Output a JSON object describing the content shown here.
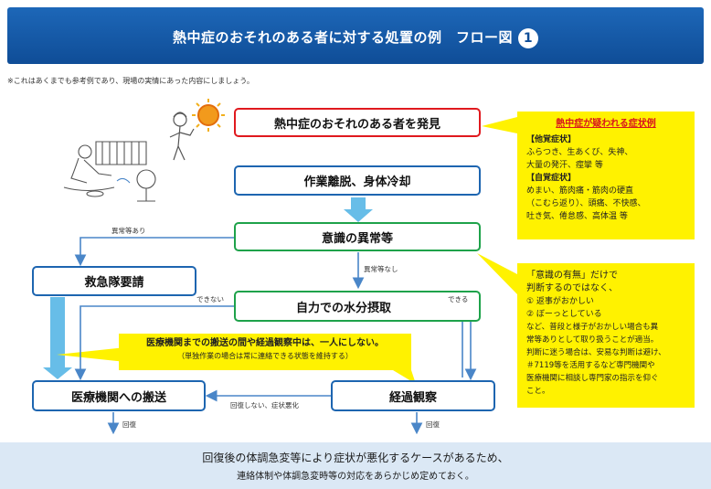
{
  "header": {
    "title": "熱中症のおそれのある者に対する処置の例　フロー図",
    "badge": "1"
  },
  "note": "※これはあくまでも参考例であり、現場の実情にあった内容にしましょう。",
  "nodes": {
    "discover": "熱中症のおそれのある者を発見",
    "cooling": "作業離脱、身体冷却",
    "consciousness": "意識の異常等",
    "ambulance": "救急隊要請",
    "hydration": "自力での水分摂取",
    "transport": "医療機関への搬送",
    "observation": "経過観察"
  },
  "edge_labels": {
    "abnormal_yes": "異常等あり",
    "abnormal_no": "異常等なし",
    "cannot": "できない",
    "can": "できる",
    "not_recovered": "回復しない、症状悪化",
    "recovered_left": "回復",
    "recovered_right": "回復"
  },
  "symptoms": {
    "title": "熱中症が疑われる症状例",
    "objective_heading": "【他覚症状】",
    "objective_line1": "ふらつき、生あくび、失神、",
    "objective_line2": "大量の発汗、痙攣 等",
    "subjective_heading": "【自覚症状】",
    "subjective_line1": "めまい、筋肉痛・筋肉の硬直",
    "subjective_line2": "（こむら返り）、頭痛、不快感、",
    "subjective_line3": "吐き気、倦怠感、高体温 等"
  },
  "consciousness_note": {
    "line1": "「意識の有無」だけで",
    "line2": "判断するのではなく、",
    "line3": "① 返事がおかしい",
    "line4": "② ぼーっとしている",
    "line5": "など、普段と様子がおかしい場合も異",
    "line6": "常等ありとして取り扱うことが適当。",
    "line7": "判断に迷う場合は、安易な判断は避け、",
    "line8": "＃7119等を活用するなど専門機関や",
    "line9": "医療機関に相談し専門家の指示を仰ぐ",
    "line10": "こと。"
  },
  "monitoring_note": {
    "line1": "医療機関までの搬送の間や経過観察中は、一人にしない。",
    "line2": "（単独作業の場合は常に連絡できる状態を維持する）"
  },
  "footer": {
    "line1": "回復後の体調急変等により症状が悪化するケースがあるため、",
    "line2": "連絡体制や体調急変時等の対応をあらかじめ定めておく。"
  },
  "colors": {
    "header": "#0f4d97",
    "red_border": "#e0191e",
    "blue_border": "#1d65b0",
    "green_border": "#1ea24a",
    "callout": "#fff200",
    "arrow": "#4a86c8",
    "light_arrow": "#67bde8",
    "footer_bg": "#dbe8f5"
  }
}
